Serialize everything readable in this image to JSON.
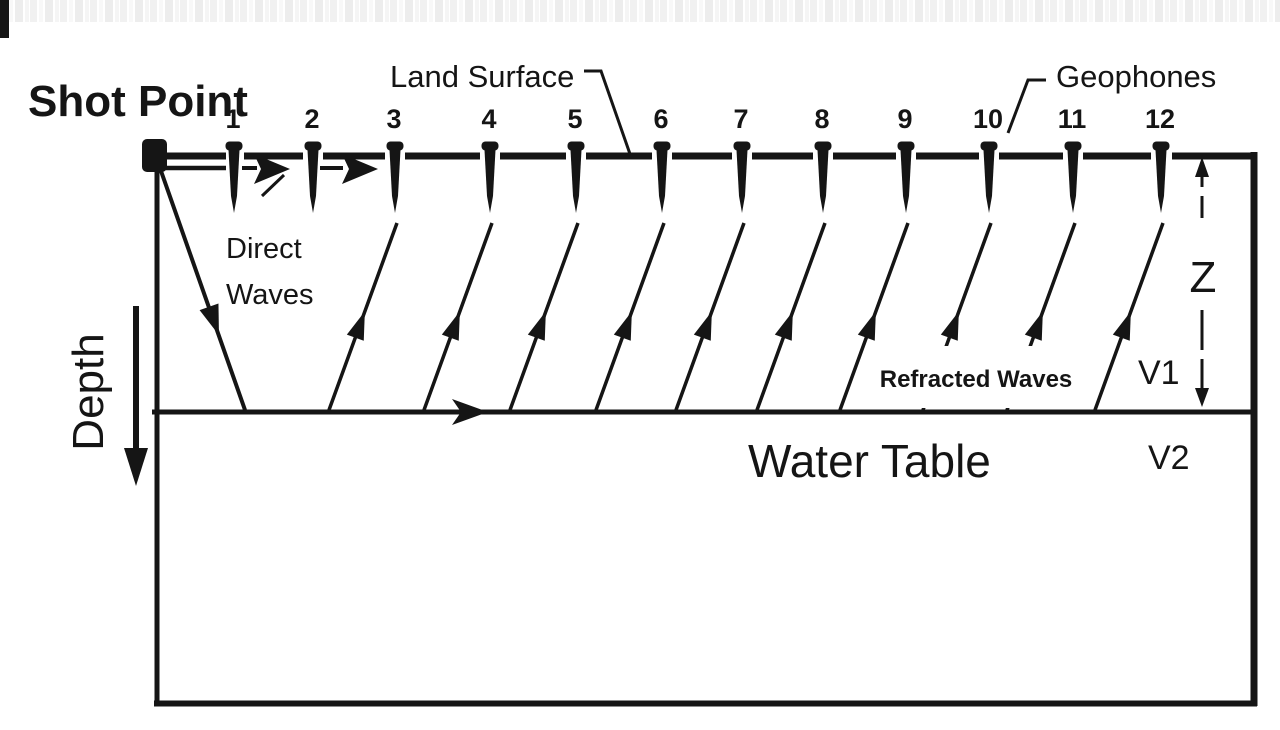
{
  "labels": {
    "shot_point": "Shot Point",
    "land_surface": "Land Surface",
    "geophones": "Geophones",
    "direct_waves": {
      "line1": "Direct",
      "line2": "Waves"
    },
    "depth_axis": "Depth",
    "refracted_waves": "Refracted Waves",
    "water_table": "Water Table",
    "depth_dimension": "Z",
    "velocity_layer1": "V1",
    "velocity_layer2": "V2"
  },
  "geophones": {
    "numbers": [
      "1",
      "2",
      "3",
      "4",
      "5",
      "6",
      "7",
      "8",
      "9",
      "10",
      "11",
      "12"
    ]
  },
  "colors": {
    "ink": "#151515",
    "background": "#ffffff"
  }
}
